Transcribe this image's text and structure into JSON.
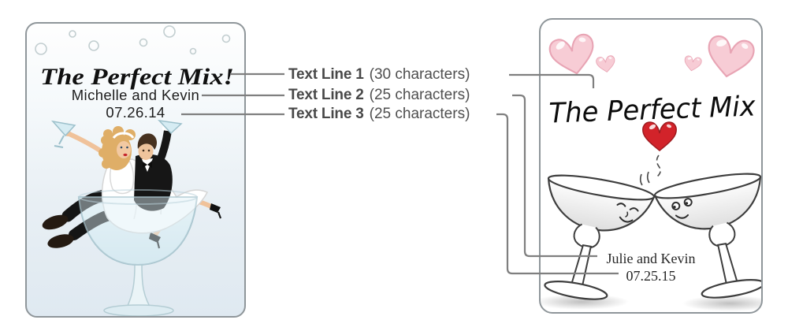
{
  "left_card": {
    "text_line_1": "The Perfect Mix!",
    "text_line_2": "Michelle and Kevin",
    "text_line_3": "07.26.14"
  },
  "right_card": {
    "text_line_1": "The Perfect Mix",
    "text_line_2": "Julie and Kevin",
    "text_line_3": "07.25.15"
  },
  "annotations": {
    "rows": [
      {
        "label": "Text Line 1",
        "detail": "(30 characters)"
      },
      {
        "label": "Text Line 2",
        "detail": "(25 characters)"
      },
      {
        "label": "Text Line 3",
        "detail": "(25 characters)"
      }
    ]
  },
  "colors": {
    "annotation_label": "#484848",
    "annotation_detail": "#4f4f4f",
    "connector_line": "#7f7f7f",
    "card_border": "#8f969a",
    "left_card_bg_bottom": "#dfe9f1",
    "heart_red": "#d2232a",
    "heart_pink": "#f7ccd5",
    "heart_pink_outline": "#e8a4b4",
    "bubble_outline": "#c2ced0"
  }
}
